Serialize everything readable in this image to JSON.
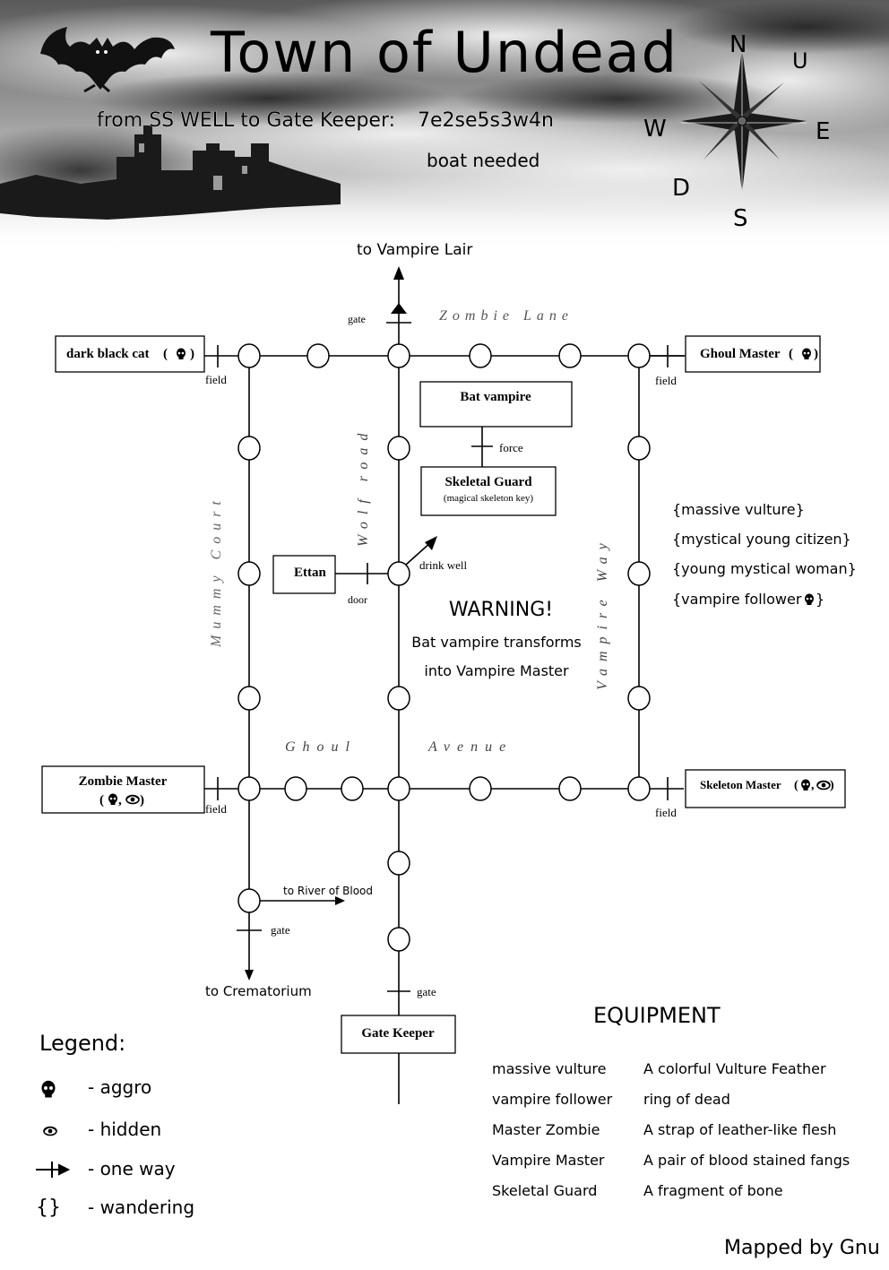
{
  "header": {
    "title": "Town of Undead",
    "route_label": "from SS WELL to Gate Keeper:",
    "route_code": "7e2se5s3w4n",
    "note": "boat needed"
  },
  "compass": {
    "n": "N",
    "s": "S",
    "e": "E",
    "w": "W",
    "u": "U",
    "d": "D"
  },
  "streets": {
    "zombie_lane": "Zombie Lane",
    "ghoul_avenue_1": "Ghoul",
    "ghoul_avenue_2": "Avenue",
    "mummy_court": "Mummy Court",
    "wolf_road": "Wolf road",
    "vampire_way": "Vampire Way"
  },
  "exits": {
    "vampire_lair": "to Vampire Lair",
    "river_of_blood": "to River of Blood",
    "crematorium": "to Crematorium"
  },
  "labels": {
    "gate_top": "gate",
    "field_nw": "field",
    "field_ne": "field",
    "field_sw": "field",
    "field_se": "field",
    "force": "force",
    "drink_well": "drink well",
    "door": "door",
    "gate_mid": "gate",
    "gate_bottom": "gate"
  },
  "npcs": {
    "dark_black_cat": "dark black cat",
    "ghoul_master": "Ghoul Master",
    "bat_vampire": "Bat vampire",
    "skeletal_guard": "Skeletal Guard",
    "skeletal_guard_sub": "(magical skeleton key)",
    "ettan": "Ettan",
    "zombie_master": "Zombie Master",
    "skeleton_master": "Skeleton Master",
    "gate_keeper": "Gate Keeper"
  },
  "wanderers": [
    "{massive vulture}",
    "{mystical young citizen}",
    "{young mystical woman}",
    "{vampire follower"
  ],
  "warning": {
    "title": "WARNING!",
    "line1": "Bat vampire transforms",
    "line2": "into Vampire Master"
  },
  "equipment": {
    "heading": "EQUIPMENT",
    "items": [
      {
        "mob": "massive vulture",
        "item": "A colorful Vulture Feather"
      },
      {
        "mob": "vampire follower",
        "item": "ring of dead"
      },
      {
        "mob": "Master Zombie",
        "item": "A strap of leather-like flesh"
      },
      {
        "mob": "Vampire Master",
        "item": "A pair of blood stained fangs"
      },
      {
        "mob": "Skeletal Guard",
        "item": "A fragment of bone"
      }
    ]
  },
  "legend": {
    "heading": "Legend:",
    "aggro": "- aggro",
    "hidden": "- hidden",
    "one_way": "- one way",
    "wandering_symbol": "{}",
    "wandering": "- wandering"
  },
  "credit": "Mapped by Gnu"
}
